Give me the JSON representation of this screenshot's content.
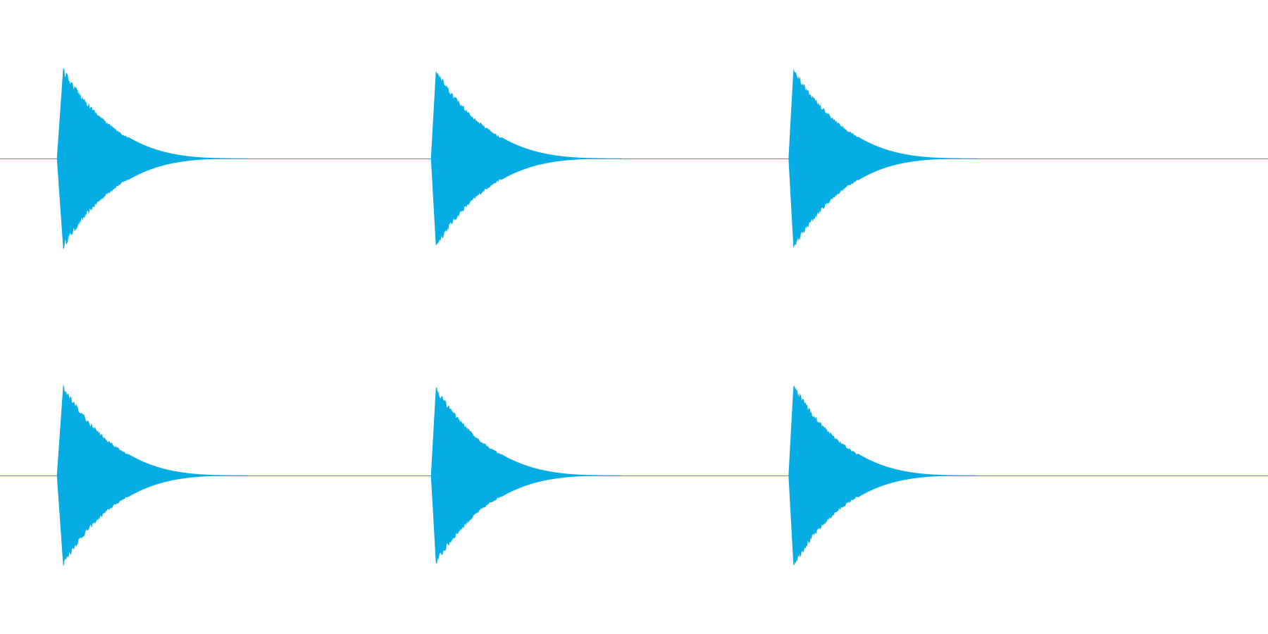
{
  "chart_data": {
    "type": "area",
    "title": "",
    "xlabel": "",
    "ylabel": "",
    "grid": false,
    "legend": "none",
    "color": "#06ADE5",
    "xlim": [
      0,
      1
    ],
    "ylim": [
      -1,
      1
    ],
    "channels": [
      {
        "baseline": 0,
        "bursts": [
          {
            "onset": 0.045,
            "attack_end": 0.05,
            "peak": 0.95,
            "decay_end": 0.195
          },
          {
            "onset": 0.34,
            "attack_end": 0.344,
            "peak": 0.94,
            "decay_end": 0.49
          },
          {
            "onset": 0.622,
            "attack_end": 0.626,
            "peak": 0.96,
            "decay_end": 0.77
          }
        ]
      },
      {
        "baseline": 0,
        "bursts": [
          {
            "onset": 0.045,
            "attack_end": 0.05,
            "peak": 0.95,
            "decay_end": 0.195
          },
          {
            "onset": 0.34,
            "attack_end": 0.344,
            "peak": 0.94,
            "decay_end": 0.49
          },
          {
            "onset": 0.622,
            "attack_end": 0.626,
            "peak": 0.96,
            "decay_end": 0.77
          }
        ]
      }
    ]
  }
}
